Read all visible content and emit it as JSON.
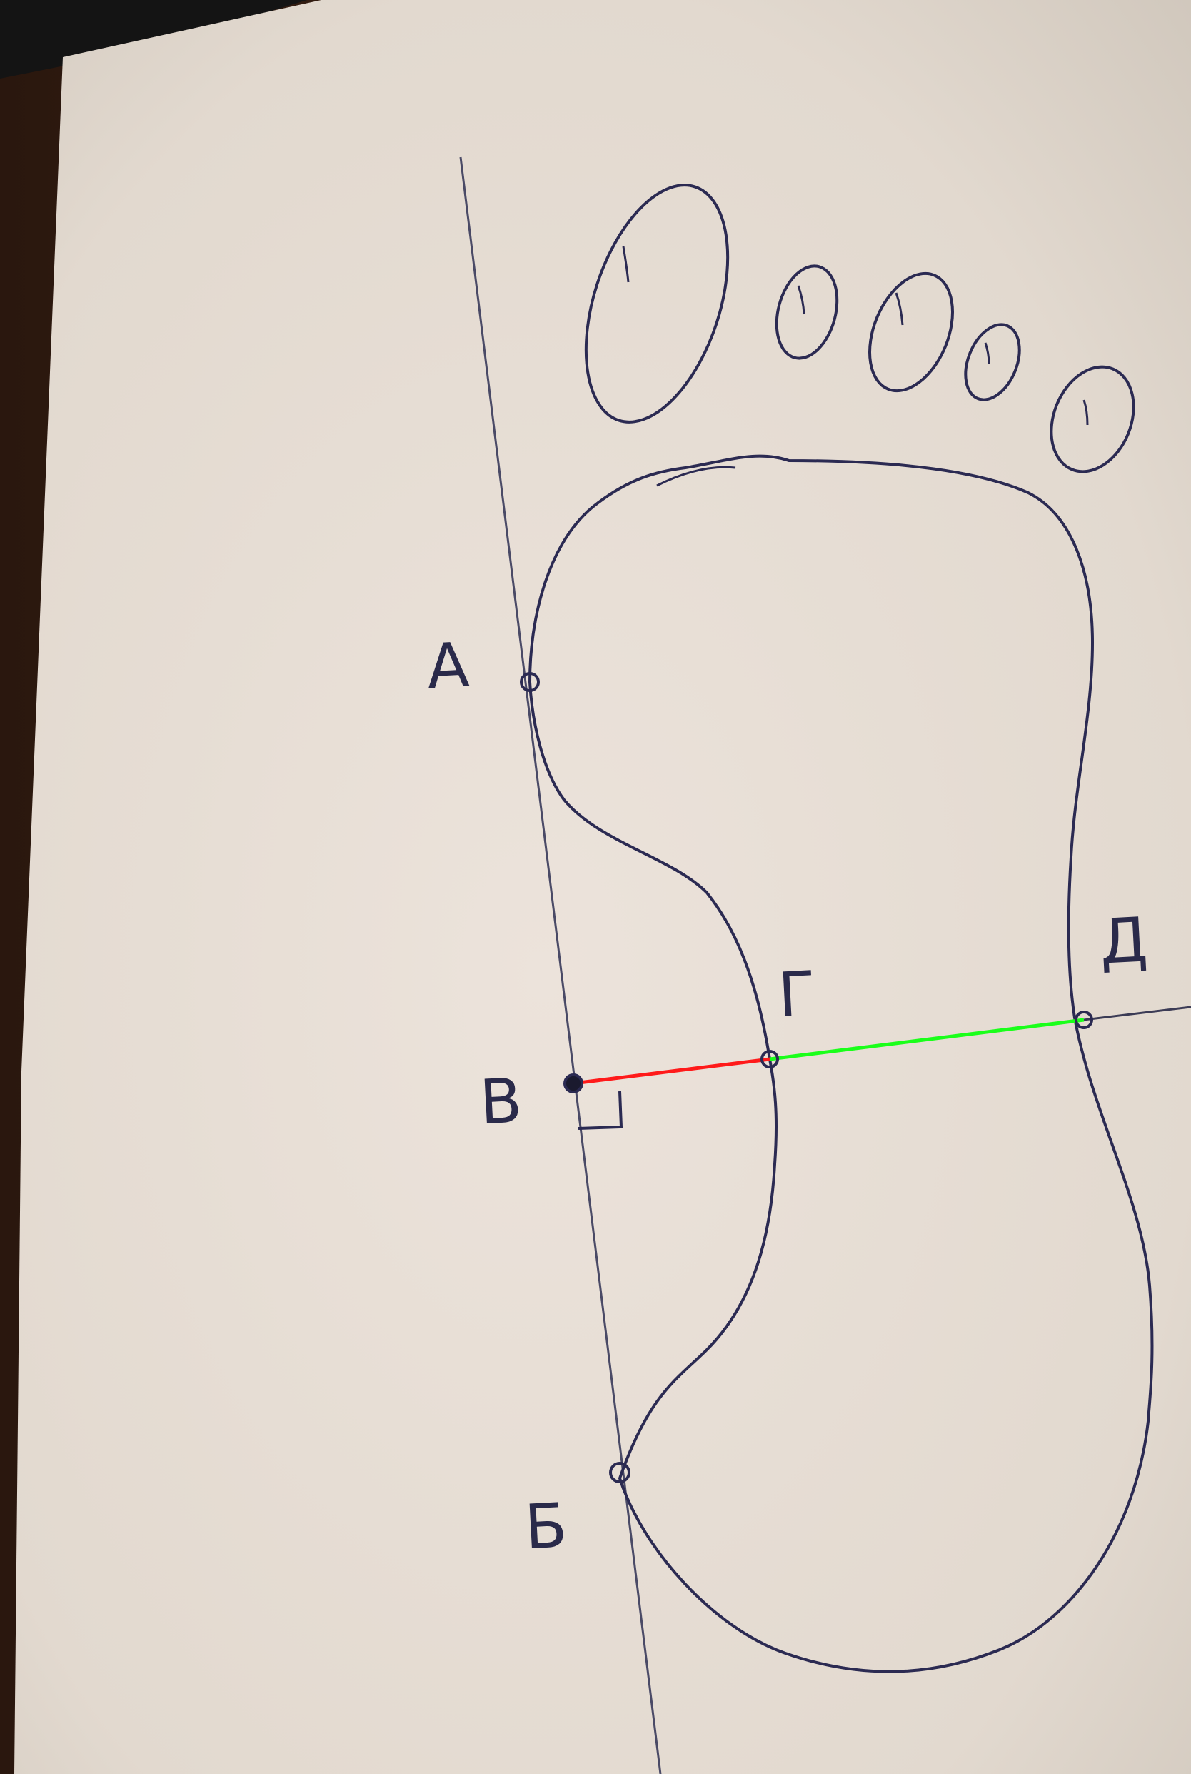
{
  "points": {
    "a": "А",
    "b": "Б",
    "v": "В",
    "g": "Г",
    "d": "Д"
  },
  "colors": {
    "paper": "#e6dfd6",
    "ink": "#2b2a52",
    "table": "#3a2418",
    "segment_v_g": "#ff1a1a",
    "segment_g_d": "#1aff1a"
  }
}
